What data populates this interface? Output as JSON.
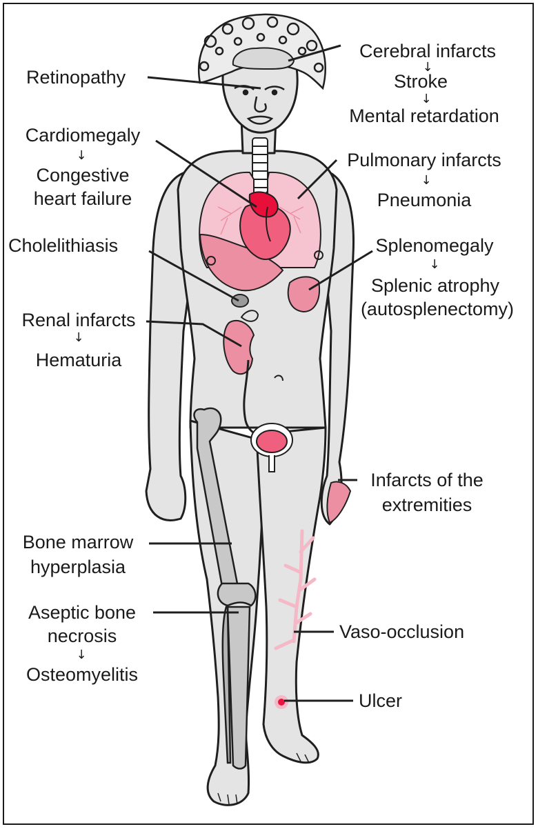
{
  "labels": {
    "retinopathy": "Retinopathy",
    "cerebral_infarcts": "Cerebral infarcts",
    "stroke": "Stroke",
    "mental_retardation": "Mental retardation",
    "cardiomegaly": "Cardiomegaly",
    "congestive": "Congestive",
    "heart_failure": "heart failure",
    "pulmonary_infarcts": "Pulmonary infarcts",
    "pneumonia": "Pneumonia",
    "cholelithiasis": "Cholelithiasis",
    "splenomegaly": "Splenomegaly",
    "splenic_atrophy": "Splenic atrophy",
    "autosplenectomy": "(autosplenectomy)",
    "renal_infarcts": "Renal infarcts",
    "hematuria": "Hematuria",
    "infarcts_of_the": "Infarcts of the",
    "extremities": "extremities",
    "bone_marrow": "Bone marrow",
    "hyperplasia": "hyperplasia",
    "aseptic_bone": "Aseptic bone",
    "necrosis": "necrosis",
    "osteomyelitis": "Osteomyelitis",
    "vaso_occlusion": "Vaso-occlusion",
    "ulcer": "Ulcer"
  },
  "arrow_glyph": "↓",
  "colors": {
    "skin": "#e4e4e4",
    "outline": "#1f1f1f",
    "lung": "#f6c4d0",
    "organ": "#ec8fa2",
    "heart": "#f0607e",
    "heart_dark": "#e8103a",
    "bone": "#c8c8c8",
    "vessel": "#f5b8c6",
    "ulcer": "#e8163f"
  }
}
